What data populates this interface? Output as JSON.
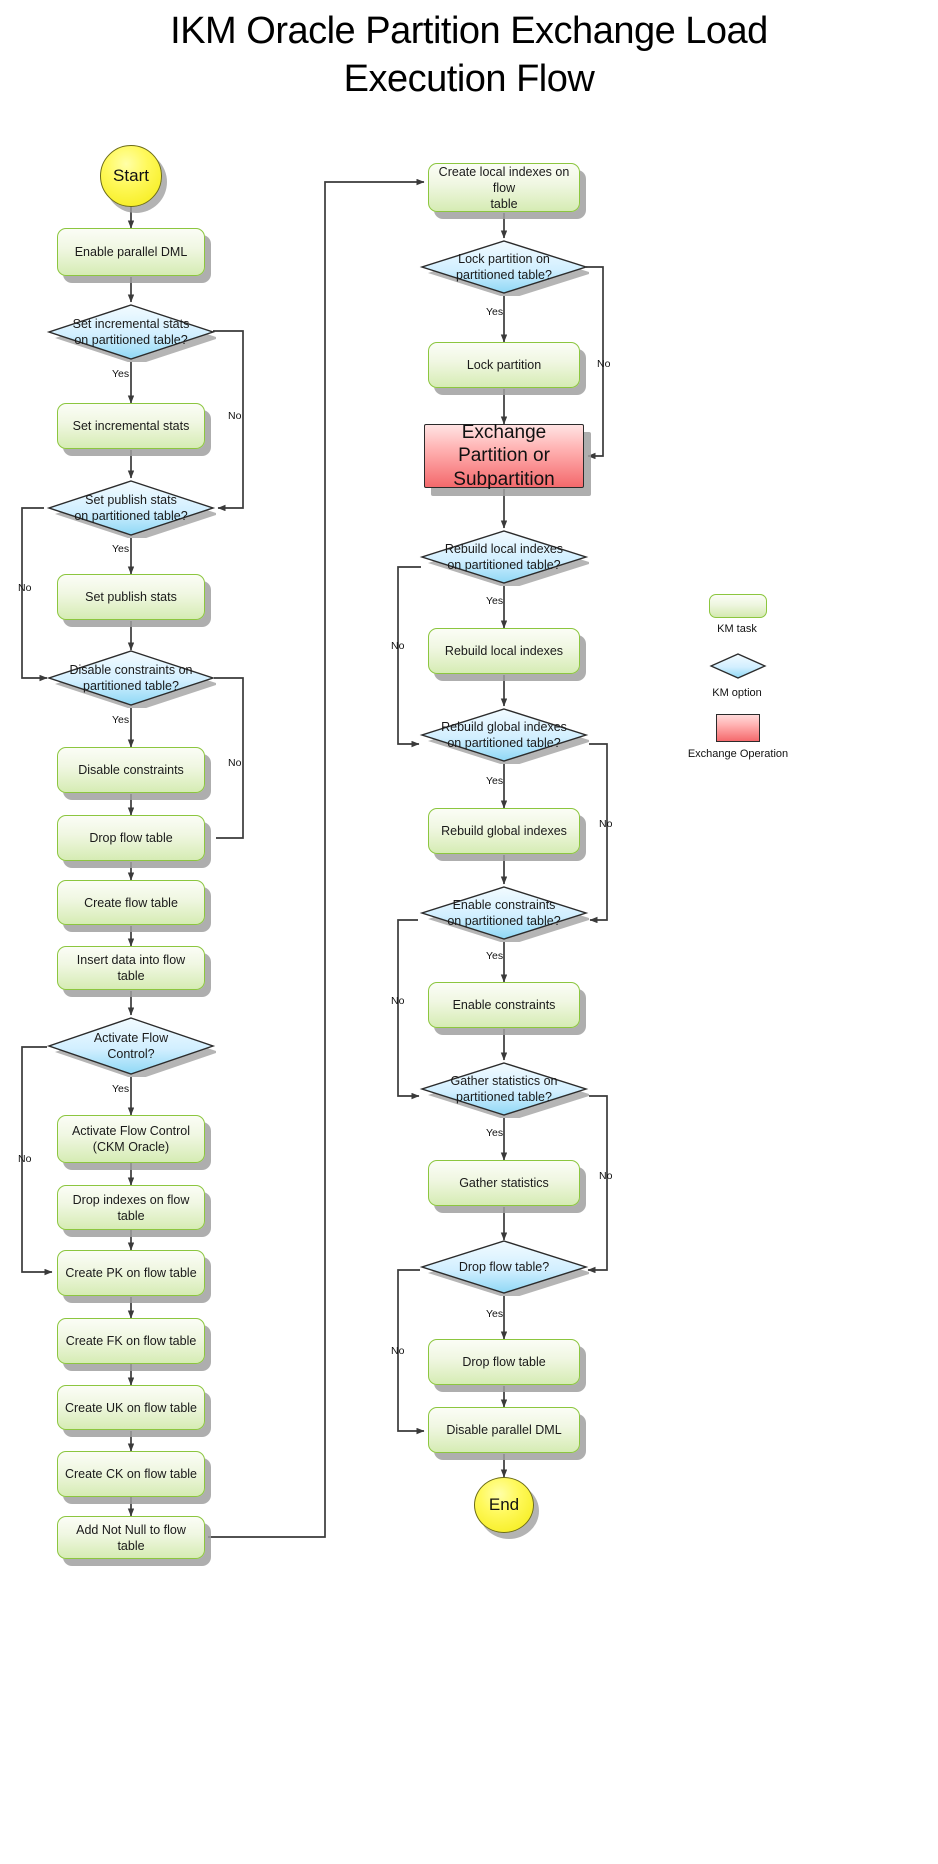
{
  "title": "IKM Oracle Partition Exchange Load\nExecution Flow",
  "colors": {
    "task_fill": "#e3f2c8",
    "task_border": "#8cc63f",
    "decision_fill": "#bfe8fa",
    "decision_border": "#2b2b2b",
    "exchange_fill": "#f4696c",
    "exchange_border": "#2b2b2b",
    "terminal_fill": "#f3ea10",
    "shadow": "#a0a0a0",
    "line": "#3a3a3a"
  },
  "edge_labels": {
    "yes": "Yes",
    "no": "No"
  },
  "left_column": {
    "nodes": [
      {
        "id": "start",
        "type": "terminal",
        "label": "Start"
      },
      {
        "id": "enable-parallel-dml",
        "type": "task",
        "label": "Enable parallel DML"
      },
      {
        "id": "q-incremental-stats",
        "type": "decision",
        "label": "Set incremental stats\non partitioned table?"
      },
      {
        "id": "set-incremental-stats",
        "type": "task",
        "label": "Set incremental stats"
      },
      {
        "id": "q-publish-stats",
        "type": "decision",
        "label": "Set publish stats\non partitioned table?"
      },
      {
        "id": "set-publish-stats",
        "type": "task",
        "label": "Set publish stats"
      },
      {
        "id": "q-disable-constraints",
        "type": "decision",
        "label": "Disable constraints on\npartitioned table?"
      },
      {
        "id": "disable-constraints",
        "type": "task",
        "label": "Disable constraints"
      },
      {
        "id": "drop-flow-table-1",
        "type": "task",
        "label": "Drop flow table"
      },
      {
        "id": "create-flow-table",
        "type": "task",
        "label": "Create flow table"
      },
      {
        "id": "insert-data",
        "type": "task",
        "label": "Insert data into flow table"
      },
      {
        "id": "q-activate-flow-control",
        "type": "decision",
        "label": "Activate Flow\nControl?"
      },
      {
        "id": "activate-flow-control",
        "type": "task",
        "label": "Activate Flow Control\n(CKM Oracle)"
      },
      {
        "id": "drop-indexes",
        "type": "task",
        "label": "Drop indexes on flow table"
      },
      {
        "id": "create-pk",
        "type": "task",
        "label": "Create PK on flow table"
      },
      {
        "id": "create-fk",
        "type": "task",
        "label": "Create FK on flow table"
      },
      {
        "id": "create-uk",
        "type": "task",
        "label": "Create UK on flow table"
      },
      {
        "id": "create-ck",
        "type": "task",
        "label": "Create CK on flow table"
      },
      {
        "id": "add-not-null",
        "type": "task",
        "label": "Add Not Null to flow table"
      }
    ]
  },
  "right_column": {
    "nodes": [
      {
        "id": "create-local-indexes",
        "type": "task",
        "label": "Create local indexes on flow\ntable"
      },
      {
        "id": "q-lock-partition",
        "type": "decision",
        "label": "Lock partition on\npartitioned table?"
      },
      {
        "id": "lock-partition",
        "type": "task",
        "label": "Lock partition"
      },
      {
        "id": "exchange-partition",
        "type": "exchange",
        "label": "Exchange Partition or\nSubpartition"
      },
      {
        "id": "q-rebuild-local",
        "type": "decision",
        "label": "Rebuild local indexes\non partitioned table?"
      },
      {
        "id": "rebuild-local-indexes",
        "type": "task",
        "label": "Rebuild local indexes"
      },
      {
        "id": "q-rebuild-global",
        "type": "decision",
        "label": "Rebuild global indexes\non partitioned table?"
      },
      {
        "id": "rebuild-global-indexes",
        "type": "task",
        "label": "Rebuild global indexes"
      },
      {
        "id": "q-enable-constraints",
        "type": "decision",
        "label": "Enable constraints\non partitioned table?"
      },
      {
        "id": "enable-constraints",
        "type": "task",
        "label": "Enable constraints"
      },
      {
        "id": "q-gather-statistics",
        "type": "decision",
        "label": "Gather statistics on\npartitioned table?"
      },
      {
        "id": "gather-statistics",
        "type": "task",
        "label": "Gather statistics"
      },
      {
        "id": "q-drop-flow-table",
        "type": "decision",
        "label": "Drop flow table?"
      },
      {
        "id": "drop-flow-table-2",
        "type": "task",
        "label": "Drop flow table"
      },
      {
        "id": "disable-parallel-dml",
        "type": "task",
        "label": "Disable parallel DML"
      },
      {
        "id": "end",
        "type": "terminal",
        "label": "End"
      }
    ]
  },
  "legend": {
    "items": [
      {
        "id": "legend-km-task",
        "shape": "task",
        "label": "KM task"
      },
      {
        "id": "legend-km-option",
        "shape": "decision",
        "label": "KM option"
      },
      {
        "id": "legend-exchange",
        "shape": "exchange",
        "label": "Exchange Operation"
      }
    ]
  }
}
